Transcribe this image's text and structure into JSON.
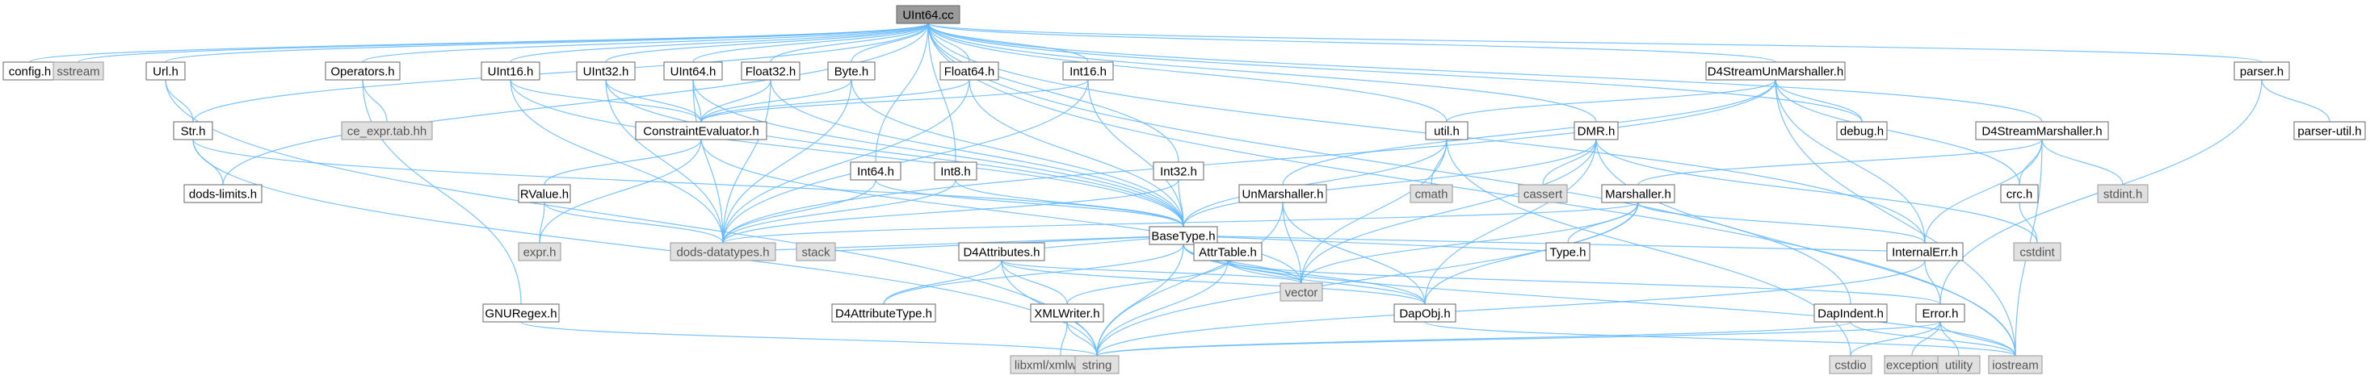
{
  "diagram": {
    "nodes": [
      {
        "id": "UInt64.cc",
        "label": "UInt64.cc",
        "kind": "source"
      },
      {
        "id": "config.h",
        "label": "config.h",
        "kind": "header"
      },
      {
        "id": "sstream",
        "label": "sstream",
        "kind": "system"
      },
      {
        "id": "Url.h",
        "label": "Url.h",
        "kind": "header"
      },
      {
        "id": "Operators.h",
        "label": "Operators.h",
        "kind": "header"
      },
      {
        "id": "ce_expr.tab.hh",
        "label": "ce_expr.tab.hh",
        "kind": "system"
      },
      {
        "id": "UInt16.h",
        "label": "UInt16.h",
        "kind": "header"
      },
      {
        "id": "UInt32.h",
        "label": "UInt32.h",
        "kind": "header"
      },
      {
        "id": "UInt64.h",
        "label": "UInt64.h",
        "kind": "header"
      },
      {
        "id": "Float32.h",
        "label": "Float32.h",
        "kind": "header"
      },
      {
        "id": "Byte.h",
        "label": "Byte.h",
        "kind": "header"
      },
      {
        "id": "Float64.h",
        "label": "Float64.h",
        "kind": "header"
      },
      {
        "id": "Int16.h",
        "label": "Int16.h",
        "kind": "header"
      },
      {
        "id": "D4StreamUnMarshaller.h",
        "label": "D4StreamUnMarshaller.h",
        "kind": "header"
      },
      {
        "id": "parser.h",
        "label": "parser.h",
        "kind": "header"
      },
      {
        "id": "Str.h",
        "label": "Str.h",
        "kind": "header"
      },
      {
        "id": "ConstraintEvaluator.h",
        "label": "ConstraintEvaluator.h",
        "kind": "header"
      },
      {
        "id": "Int64.h",
        "label": "Int64.h",
        "kind": "header"
      },
      {
        "id": "Int8.h",
        "label": "Int8.h",
        "kind": "header"
      },
      {
        "id": "Int32.h",
        "label": "Int32.h",
        "kind": "header"
      },
      {
        "id": "util.h",
        "label": "util.h",
        "kind": "header"
      },
      {
        "id": "DMR.h",
        "label": "DMR.h",
        "kind": "header"
      },
      {
        "id": "debug.h",
        "label": "debug.h",
        "kind": "header"
      },
      {
        "id": "D4StreamMarshaller.h",
        "label": "D4StreamMarshaller.h",
        "kind": "header"
      },
      {
        "id": "parser-util.h",
        "label": "parser-util.h",
        "kind": "header"
      },
      {
        "id": "dods-limits.h",
        "label": "dods-limits.h",
        "kind": "header"
      },
      {
        "id": "RValue.h",
        "label": "RValue.h",
        "kind": "header"
      },
      {
        "id": "BaseType.h",
        "label": "BaseType.h",
        "kind": "header"
      },
      {
        "id": "UnMarshaller.h",
        "label": "UnMarshaller.h",
        "kind": "header"
      },
      {
        "id": "cmath",
        "label": "cmath",
        "kind": "system"
      },
      {
        "id": "cassert",
        "label": "cassert",
        "kind": "system"
      },
      {
        "id": "Marshaller.h",
        "label": "Marshaller.h",
        "kind": "header"
      },
      {
        "id": "crc.h",
        "label": "crc.h",
        "kind": "header"
      },
      {
        "id": "stdint.h",
        "label": "stdint.h",
        "kind": "system"
      },
      {
        "id": "expr.h",
        "label": "expr.h",
        "kind": "system"
      },
      {
        "id": "dods-datatypes.h",
        "label": "dods-datatypes.h",
        "kind": "system"
      },
      {
        "id": "stack",
        "label": "stack",
        "kind": "system"
      },
      {
        "id": "D4Attributes.h",
        "label": "D4Attributes.h",
        "kind": "header"
      },
      {
        "id": "AttrTable.h",
        "label": "AttrTable.h",
        "kind": "header"
      },
      {
        "id": "Type.h",
        "label": "Type.h",
        "kind": "header"
      },
      {
        "id": "InternalErr.h",
        "label": "InternalErr.h",
        "kind": "header"
      },
      {
        "id": "cstdint",
        "label": "cstdint",
        "kind": "system"
      },
      {
        "id": "vector",
        "label": "vector",
        "kind": "system"
      },
      {
        "id": "GNURegex.h",
        "label": "GNURegex.h",
        "kind": "header"
      },
      {
        "id": "D4AttributeType.h",
        "label": "D4AttributeType.h",
        "kind": "header"
      },
      {
        "id": "XMLWriter.h",
        "label": "XMLWriter.h",
        "kind": "header"
      },
      {
        "id": "DapObj.h",
        "label": "DapObj.h",
        "kind": "header"
      },
      {
        "id": "DapIndent.h",
        "label": "DapIndent.h",
        "kind": "header"
      },
      {
        "id": "Error.h",
        "label": "Error.h",
        "kind": "header"
      },
      {
        "id": "libxml/xmlwriter.h",
        "label": "libxml/xmlwriter.h",
        "kind": "system"
      },
      {
        "id": "string",
        "label": "string",
        "kind": "system"
      },
      {
        "id": "cstdio",
        "label": "cstdio",
        "kind": "system"
      },
      {
        "id": "exception",
        "label": "exception",
        "kind": "system"
      },
      {
        "id": "utility",
        "label": "utility",
        "kind": "system"
      },
      {
        "id": "iostream",
        "label": "iostream",
        "kind": "system"
      }
    ],
    "edges": [
      [
        "UInt64.cc",
        "config.h"
      ],
      [
        "UInt64.cc",
        "sstream"
      ],
      [
        "UInt64.cc",
        "Url.h"
      ],
      [
        "UInt64.cc",
        "Str.h"
      ],
      [
        "UInt64.cc",
        "Operators.h"
      ],
      [
        "UInt64.cc",
        "UInt16.h"
      ],
      [
        "UInt64.cc",
        "UInt32.h"
      ],
      [
        "UInt64.cc",
        "UInt64.h"
      ],
      [
        "UInt64.cc",
        "Float32.h"
      ],
      [
        "UInt64.cc",
        "Byte.h"
      ],
      [
        "UInt64.cc",
        "Float64.h"
      ],
      [
        "UInt64.cc",
        "Int16.h"
      ],
      [
        "UInt64.cc",
        "Int8.h"
      ],
      [
        "UInt64.cc",
        "Int32.h"
      ],
      [
        "UInt64.cc",
        "Int64.h"
      ],
      [
        "UInt64.cc",
        "D4StreamUnMarshaller.h"
      ],
      [
        "UInt64.cc",
        "D4StreamMarshaller.h"
      ],
      [
        "UInt64.cc",
        "parser.h"
      ],
      [
        "UInt64.cc",
        "util.h"
      ],
      [
        "UInt64.cc",
        "DMR.h"
      ],
      [
        "UInt64.cc",
        "debug.h"
      ],
      [
        "UInt64.cc",
        "dods-limits.h"
      ],
      [
        "UInt64.cc",
        "InternalErr.h"
      ],
      [
        "UInt64.cc",
        "DapIndent.h"
      ],
      [
        "UInt64.cc",
        "iostream"
      ],
      [
        "Url.h",
        "Str.h"
      ],
      [
        "Url.h",
        "string"
      ],
      [
        "Str.h",
        "BaseType.h"
      ],
      [
        "Str.h",
        "dods-limits.h"
      ],
      [
        "Str.h",
        "string"
      ],
      [
        "Operators.h",
        "ce_expr.tab.hh"
      ],
      [
        "Operators.h",
        "GNURegex.h"
      ],
      [
        "UInt16.h",
        "BaseType.h"
      ],
      [
        "UInt16.h",
        "ConstraintEvaluator.h"
      ],
      [
        "UInt16.h",
        "dods-datatypes.h"
      ],
      [
        "UInt32.h",
        "BaseType.h"
      ],
      [
        "UInt32.h",
        "ConstraintEvaluator.h"
      ],
      [
        "UInt32.h",
        "dods-datatypes.h"
      ],
      [
        "UInt64.h",
        "BaseType.h"
      ],
      [
        "UInt64.h",
        "ConstraintEvaluator.h"
      ],
      [
        "UInt64.h",
        "dods-datatypes.h"
      ],
      [
        "Float32.h",
        "BaseType.h"
      ],
      [
        "Float32.h",
        "ConstraintEvaluator.h"
      ],
      [
        "Float32.h",
        "dods-datatypes.h"
      ],
      [
        "Byte.h",
        "BaseType.h"
      ],
      [
        "Byte.h",
        "ConstraintEvaluator.h"
      ],
      [
        "Byte.h",
        "dods-datatypes.h"
      ],
      [
        "Float64.h",
        "BaseType.h"
      ],
      [
        "Float64.h",
        "ConstraintEvaluator.h"
      ],
      [
        "Float64.h",
        "dods-datatypes.h"
      ],
      [
        "Int16.h",
        "BaseType.h"
      ],
      [
        "Int16.h",
        "ConstraintEvaluator.h"
      ],
      [
        "Int16.h",
        "dods-datatypes.h"
      ],
      [
        "Int8.h",
        "BaseType.h"
      ],
      [
        "Int8.h",
        "dods-datatypes.h"
      ],
      [
        "Int32.h",
        "BaseType.h"
      ],
      [
        "Int32.h",
        "dods-datatypes.h"
      ],
      [
        "Int64.h",
        "BaseType.h"
      ],
      [
        "Int64.h",
        "dods-datatypes.h"
      ],
      [
        "ConstraintEvaluator.h",
        "RValue.h"
      ],
      [
        "ConstraintEvaluator.h",
        "expr.h"
      ],
      [
        "ConstraintEvaluator.h",
        "vector"
      ],
      [
        "RValue.h",
        "expr.h"
      ],
      [
        "RValue.h",
        "dods-datatypes.h"
      ],
      [
        "D4StreamUnMarshaller.h",
        "util.h"
      ],
      [
        "D4StreamUnMarshaller.h",
        "debug.h"
      ],
      [
        "D4StreamUnMarshaller.h",
        "crc.h"
      ],
      [
        "D4StreamUnMarshaller.h",
        "UnMarshaller.h"
      ],
      [
        "D4StreamUnMarshaller.h",
        "InternalErr.h"
      ],
      [
        "D4StreamUnMarshaller.h",
        "dods-datatypes.h"
      ],
      [
        "D4StreamUnMarshaller.h",
        "iostream"
      ],
      [
        "D4StreamMarshaller.h",
        "Marshaller.h"
      ],
      [
        "D4StreamMarshaller.h",
        "crc.h"
      ],
      [
        "D4StreamMarshaller.h",
        "stdint.h"
      ],
      [
        "D4StreamMarshaller.h",
        "InternalErr.h"
      ],
      [
        "D4StreamMarshaller.h",
        "iostream"
      ],
      [
        "parser.h",
        "parser-util.h"
      ],
      [
        "parser.h",
        "Error.h"
      ],
      [
        "util.h",
        "BaseType.h"
      ],
      [
        "util.h",
        "cmath"
      ],
      [
        "util.h",
        "vector"
      ],
      [
        "util.h",
        "cstdio"
      ],
      [
        "DMR.h",
        "BaseType.h"
      ],
      [
        "DMR.h",
        "cassert"
      ],
      [
        "DMR.h",
        "DapObj.h"
      ],
      [
        "DMR.h",
        "iostream"
      ],
      [
        "DMR.h",
        "cstdint"
      ],
      [
        "DMR.h",
        "vector"
      ],
      [
        "BaseType.h",
        "dods-datatypes.h"
      ],
      [
        "BaseType.h",
        "stack"
      ],
      [
        "BaseType.h",
        "D4Attributes.h"
      ],
      [
        "BaseType.h",
        "AttrTable.h"
      ],
      [
        "BaseType.h",
        "Type.h"
      ],
      [
        "BaseType.h",
        "InternalErr.h"
      ],
      [
        "BaseType.h",
        "vector"
      ],
      [
        "BaseType.h",
        "DapObj.h"
      ],
      [
        "BaseType.h",
        "string"
      ],
      [
        "BaseType.h",
        "D4AttributeType.h"
      ],
      [
        "BaseType.h",
        "iostream"
      ],
      [
        "UnMarshaller.h",
        "DapObj.h"
      ],
      [
        "UnMarshaller.h",
        "vector"
      ],
      [
        "UnMarshaller.h",
        "string"
      ],
      [
        "Marshaller.h",
        "Type.h"
      ],
      [
        "Marshaller.h",
        "DapObj.h"
      ],
      [
        "Marshaller.h",
        "vector"
      ],
      [
        "Marshaller.h",
        "InternalErr.h"
      ],
      [
        "Marshaller.h",
        "dods-datatypes.h"
      ],
      [
        "Marshaller.h",
        "string"
      ],
      [
        "crc.h",
        "cstdint"
      ],
      [
        "D4Attributes.h",
        "D4AttributeType.h"
      ],
      [
        "D4Attributes.h",
        "XMLWriter.h"
      ],
      [
        "D4Attributes.h",
        "vector"
      ],
      [
        "D4Attributes.h",
        "string"
      ],
      [
        "D4Attributes.h",
        "DapObj.h"
      ],
      [
        "AttrTable.h",
        "XMLWriter.h"
      ],
      [
        "AttrTable.h",
        "vector"
      ],
      [
        "AttrTable.h",
        "DapObj.h"
      ],
      [
        "AttrTable.h",
        "Error.h"
      ],
      [
        "AttrTable.h",
        "string"
      ],
      [
        "InternalErr.h",
        "Error.h"
      ],
      [
        "InternalErr.h",
        "string"
      ],
      [
        "XMLWriter.h",
        "libxml/xmlwriter.h"
      ],
      [
        "XMLWriter.h",
        "string"
      ],
      [
        "DapObj.h",
        "iostream"
      ],
      [
        "DapIndent.h",
        "string"
      ],
      [
        "DapIndent.h",
        "iostream"
      ],
      [
        "Error.h",
        "string"
      ],
      [
        "Error.h",
        "iostream"
      ],
      [
        "Error.h",
        "exception"
      ],
      [
        "Error.h",
        "utility"
      ],
      [
        "Error.h",
        "cstdio"
      ],
      [
        "GNURegex.h",
        "string"
      ]
    ]
  }
}
